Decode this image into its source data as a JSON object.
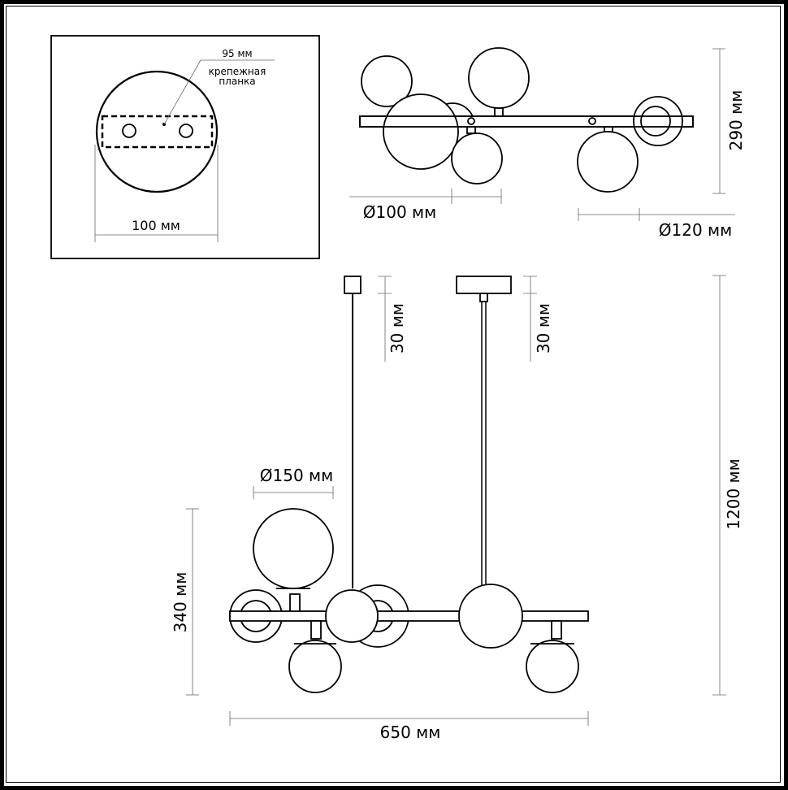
{
  "drawing": {
    "title": "Pendant chandelier dimension drawing",
    "colors": {
      "line": "#000000",
      "dimension_line": "#666666",
      "background": "#ffffff"
    },
    "mount_plate_view": {
      "label_top": "95 мм",
      "label_plate_line1": "крепежная",
      "label_plate_line2": "планка",
      "label_width": "100 мм"
    },
    "top_view": {
      "label_small_globe": "Ø100 мм",
      "label_large_globe": "Ø120 мм",
      "label_height": "290 мм"
    },
    "front_view": {
      "label_canopy_left": "30 мм",
      "label_canopy_right": "30 мм",
      "label_globe": "Ø150 мм",
      "label_body_height": "340 мм",
      "label_total_height": "1200 мм",
      "label_width": "650 мм"
    }
  }
}
